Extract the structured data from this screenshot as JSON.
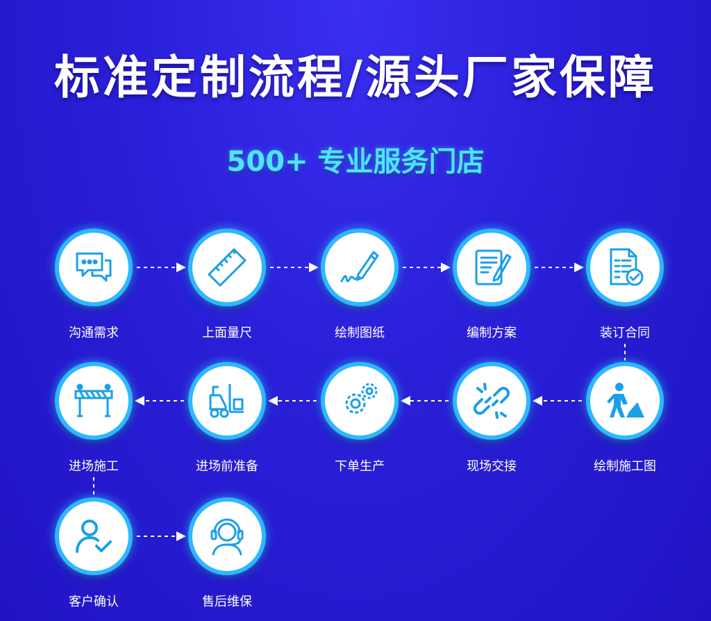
{
  "header": {
    "title": "标准定制流程/源头厂家保障",
    "subtitle": "500+ 专业服务门店"
  },
  "steps": [
    {
      "label": "沟通需求",
      "icon": "chat-bubbles-icon"
    },
    {
      "label": "上面量尺",
      "icon": "ruler-icon"
    },
    {
      "label": "绘制图纸",
      "icon": "pencil-signature-icon"
    },
    {
      "label": "编制方案",
      "icon": "document-pen-icon"
    },
    {
      "label": "装订合同",
      "icon": "contract-check-icon"
    },
    {
      "label": "绘制施工图",
      "icon": "construction-worker-icon"
    },
    {
      "label": "现场交接",
      "icon": "broken-link-icon"
    },
    {
      "label": "下单生产",
      "icon": "gears-icon"
    },
    {
      "label": "进场前准备",
      "icon": "forklift-icon"
    },
    {
      "label": "进场施工",
      "icon": "barrier-icon"
    },
    {
      "label": "客户确认",
      "icon": "user-check-icon"
    },
    {
      "label": "售后维保",
      "icon": "headset-icon"
    }
  ],
  "colors": {
    "accent": "#2fb7ff",
    "subtitle": "#4fe3ff",
    "icon_stroke": "#1a9fe8"
  }
}
